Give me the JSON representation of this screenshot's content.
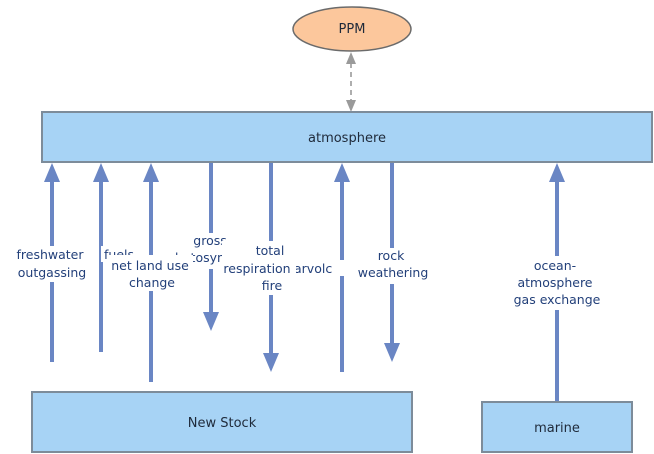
{
  "nodes": {
    "ppm": "PPM",
    "atmosphere": "atmosphere",
    "new_stock": "New Stock",
    "marine": "marine"
  },
  "flows": {
    "freshwater_outgassing": [
      "freshwater",
      "outgassing"
    ],
    "fuels": [
      "fuels"
    ],
    "net_land_use_change": [
      "net land use",
      "change"
    ],
    "gross_photosynthesis": [
      "gross",
      "photosyn"
    ],
    "total_respiration_fire": [
      "total",
      "respiration",
      "fire"
    ],
    "volcanoes": [
      "arvolc"
    ],
    "rock_weathering": [
      "rock",
      "weathering"
    ],
    "ocean_atmosphere_gas_exchange": [
      "ocean-",
      "atmosphere",
      "gas exchange"
    ]
  },
  "colors": {
    "box_fill": "#a7d3f5",
    "box_stroke": "#7d8c9a",
    "ellipse_fill": "#fcc79c",
    "arrow": "#6a86c4",
    "dashed_arrow": "#9a9a9a",
    "label_text": "#23407a"
  }
}
